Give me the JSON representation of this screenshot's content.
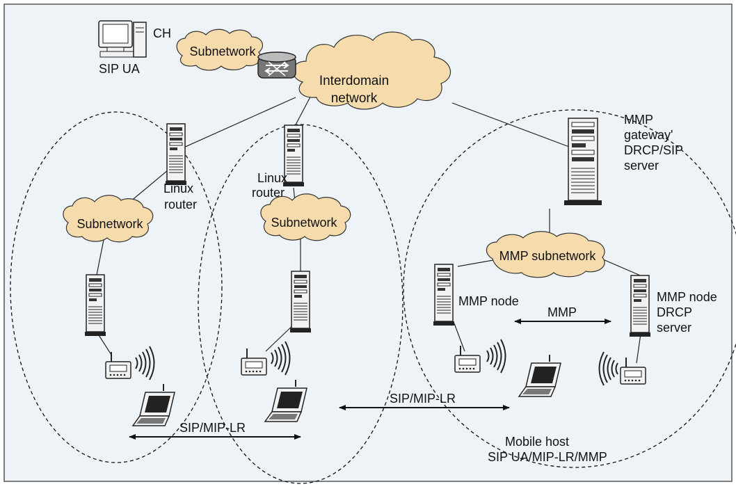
{
  "colors": {
    "background": "#eef3f8",
    "border": "#555555",
    "cloud_fill": "#f6dcad",
    "cloud_stroke": "#333333",
    "device_fill": "#f2f2f2",
    "device_stroke": "#222222"
  },
  "labels": {
    "ch": "CH",
    "sip_ua": "SIP UA",
    "subnetwork_top": "Subnetwork",
    "interdomain_1": "Interdomain",
    "interdomain_2": "network",
    "linux_router_left_1": "Linux",
    "linux_router_left_2": "router",
    "linux_router_mid_1": "Linux",
    "linux_router_mid_2": "router",
    "subnetwork_left": "Subnetwork",
    "subnetwork_mid": "Subnetwork",
    "mmp_gateway_1": "MMP",
    "mmp_gateway_2": "gateway'",
    "mmp_gateway_3": "DRCP/SIP",
    "mmp_gateway_4": "server",
    "mmp_subnetwork": "MMP subnetwork",
    "mmp_node_left": "MMP node",
    "mmp_node_right_1": "MMP node",
    "mmp_node_right_2": "DRCP",
    "mmp_node_right_3": "server",
    "mmp_link": "MMP",
    "sip_mip_lr_left": "SIP/MIP-LR",
    "sip_mip_lr_right": "SIP/MIP-LR",
    "mobile_host_1": "Mobile host",
    "mobile_host_2": "SIP UA/MIP-LR/MMP"
  },
  "icons": [
    "workstation-icon",
    "router-icon",
    "server-tower-icon",
    "server-rack-icon",
    "access-point-icon",
    "wireless-signal-icon",
    "laptop-icon",
    "cloud-icon"
  ]
}
